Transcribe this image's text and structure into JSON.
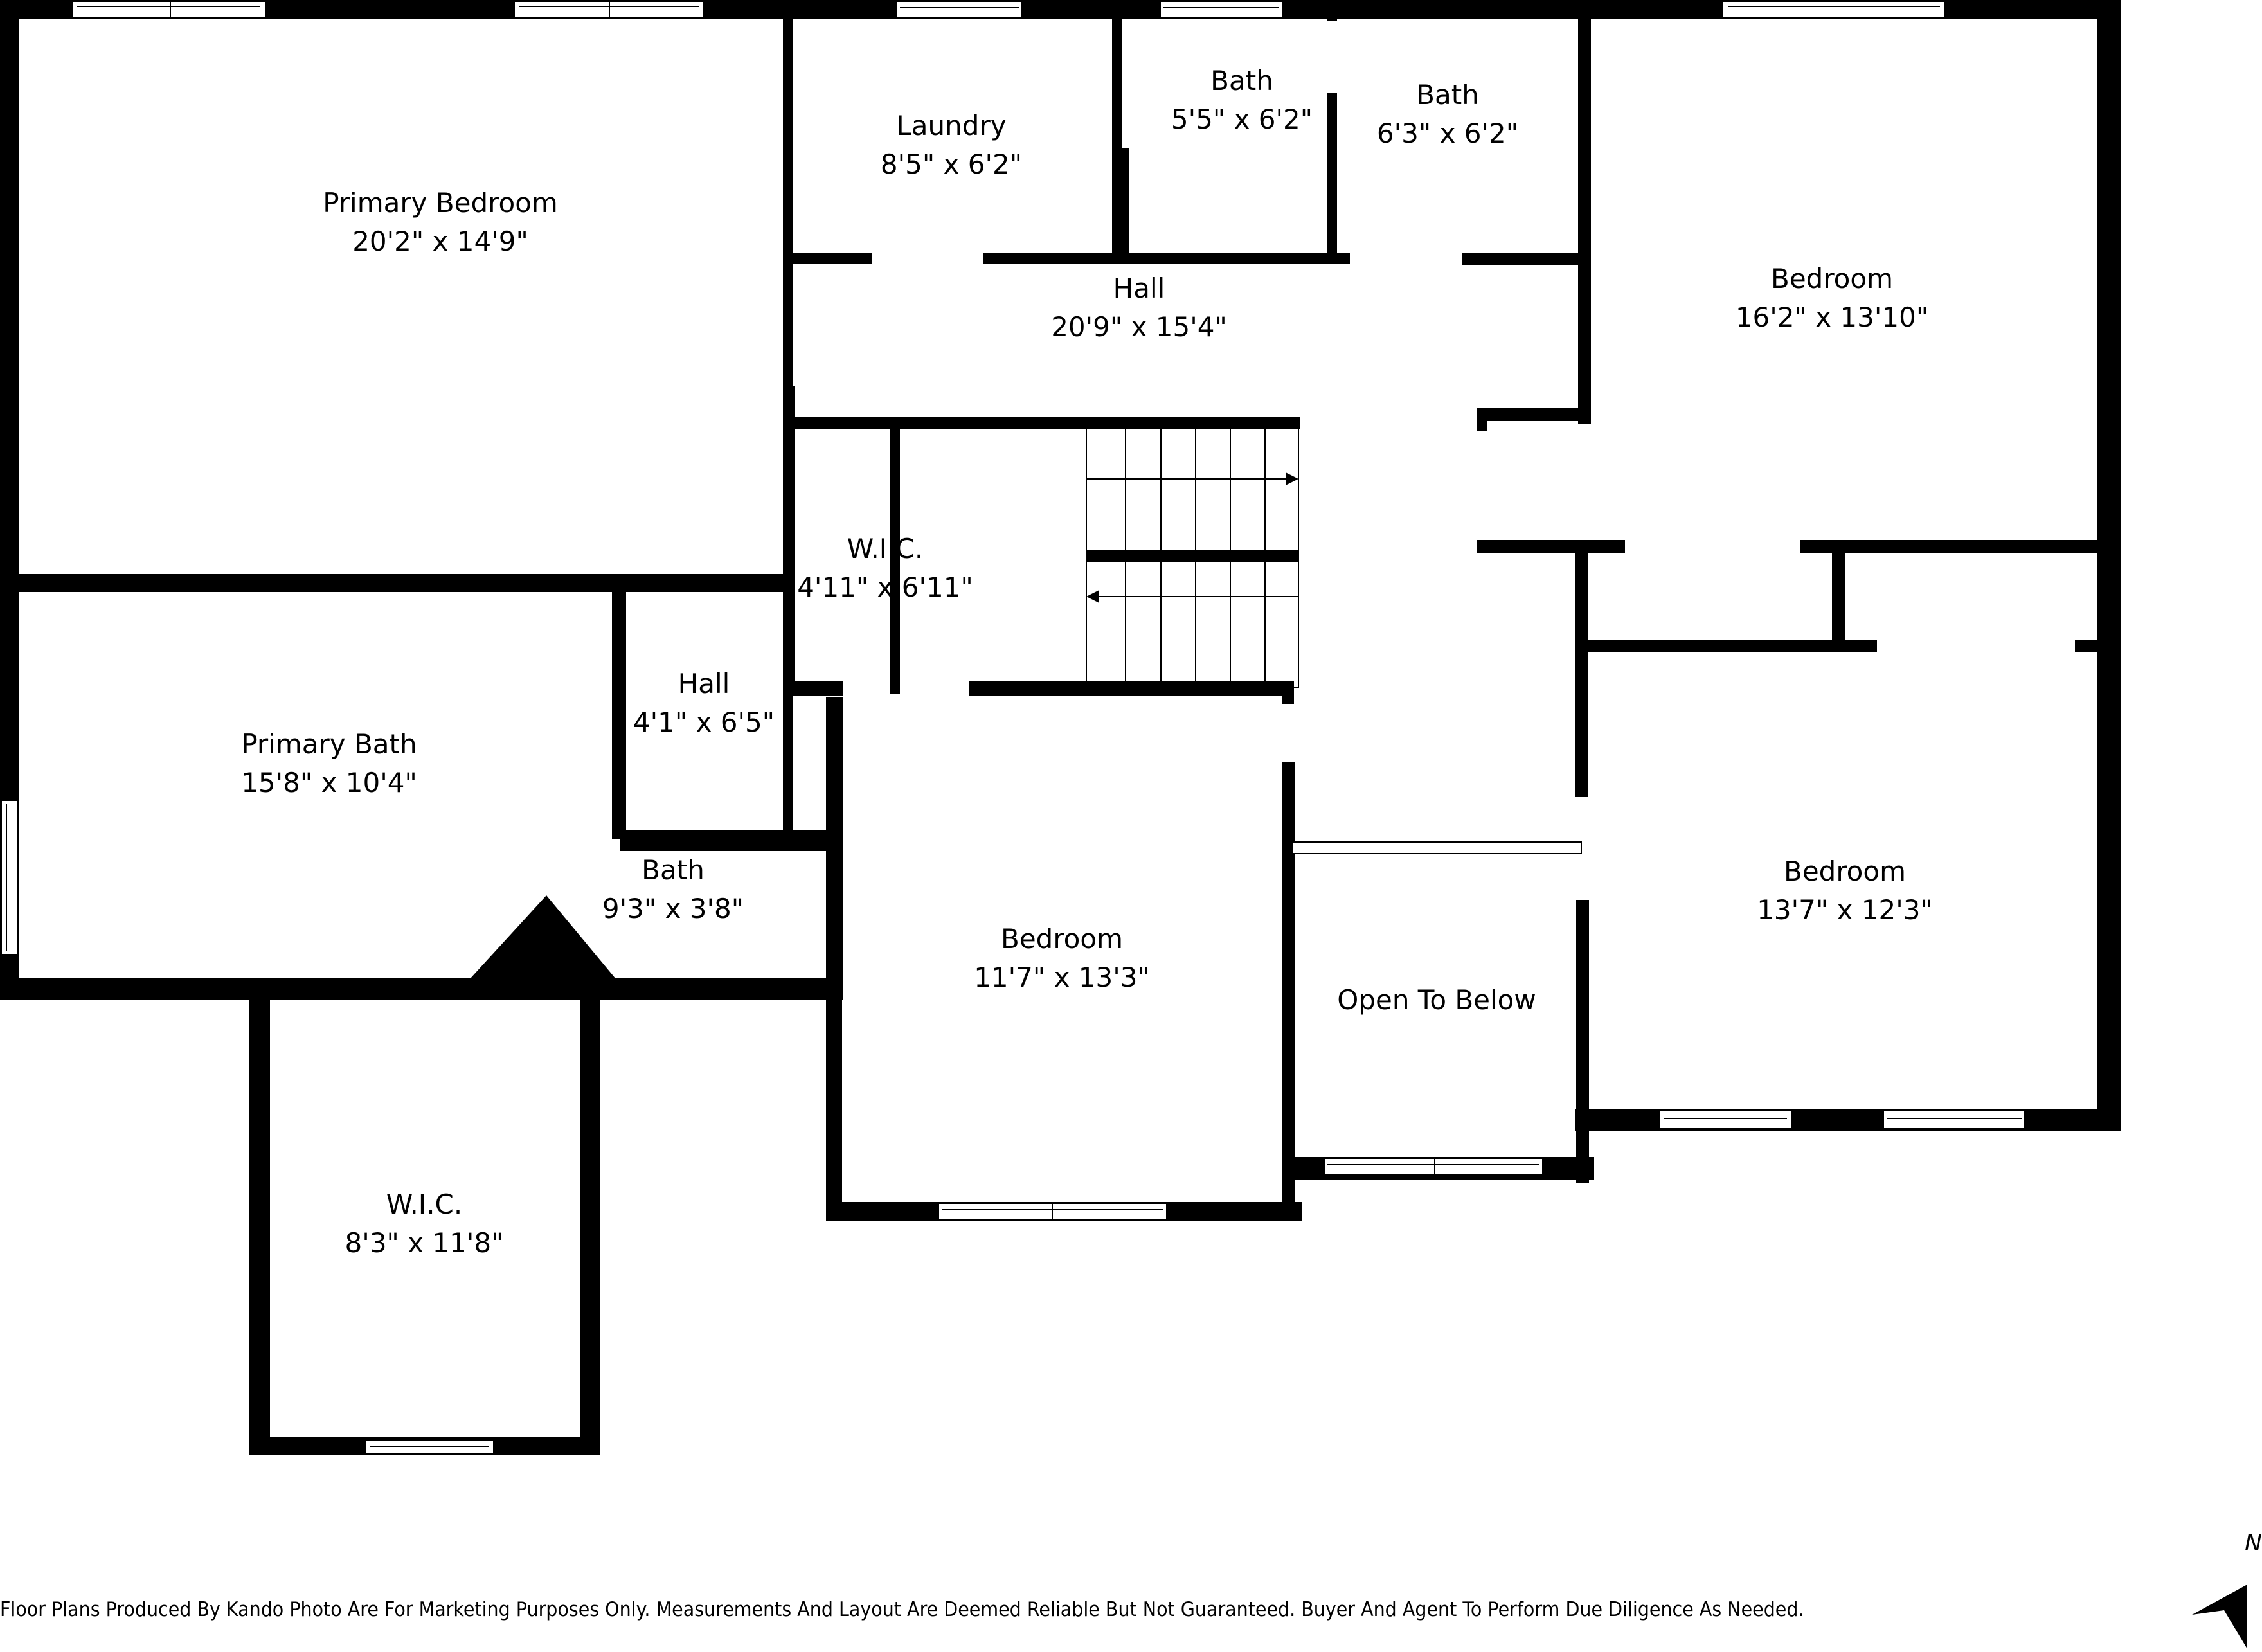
{
  "plan": {
    "wall_color": "#000000",
    "background_color": "#ffffff",
    "rooms": [
      {
        "id": "primary-bedroom",
        "name": "Primary Bedroom",
        "dims": "20'2\" x 14'9\""
      },
      {
        "id": "laundry",
        "name": "Laundry",
        "dims": "8'5\" x 6'2\""
      },
      {
        "id": "bath-1",
        "name": "Bath",
        "dims": "5'5\" x 6'2\""
      },
      {
        "id": "bath-2",
        "name": "Bath",
        "dims": "6'3\" x 6'2\""
      },
      {
        "id": "hall-main",
        "name": "Hall",
        "dims": "20'9\" x 15'4\""
      },
      {
        "id": "bedroom-ne",
        "name": "Bedroom",
        "dims": "16'2\" x 13'10\""
      },
      {
        "id": "wic-small",
        "name": "W.I.C.",
        "dims": "4'11\" x 6'11\""
      },
      {
        "id": "primary-bath",
        "name": "Primary Bath",
        "dims": "15'8\" x 10'4\""
      },
      {
        "id": "hall-small",
        "name": "Hall",
        "dims": "4'1\" x 6'5\""
      },
      {
        "id": "bath-3",
        "name": "Bath",
        "dims": "9'3\" x 3'8\""
      },
      {
        "id": "bedroom-center",
        "name": "Bedroom",
        "dims": "11'7\" x 13'3\""
      },
      {
        "id": "open-to-below",
        "name": "Open To Below",
        "dims": ""
      },
      {
        "id": "bedroom-se",
        "name": "Bedroom",
        "dims": "13'7\" x 12'3\""
      },
      {
        "id": "wic-large",
        "name": "W.I.C.",
        "dims": "8'3\" x 11'8\""
      }
    ]
  },
  "footer": {
    "disclaimer": "Floor Plans Produced By Kando Photo Are For Marketing Purposes Only. Measurements And Layout Are Deemed Reliable But Not Guaranteed. Buyer And Agent To Perform Due Diligence As Needed."
  },
  "compass": {
    "label": "N",
    "icon": "north-arrow-icon"
  }
}
